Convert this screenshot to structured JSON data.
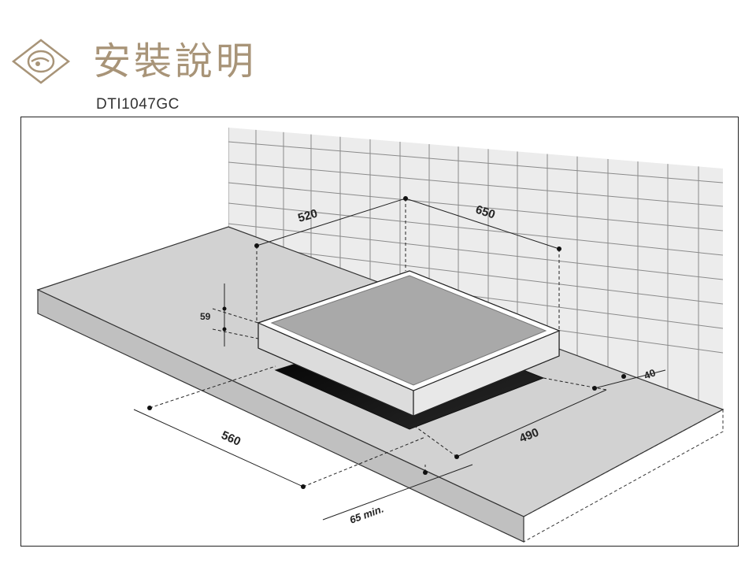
{
  "header": {
    "title": "安裝說明",
    "model": "DTI1047GC"
  },
  "colors": {
    "title": "#a89478",
    "logo": "#a89478",
    "counter_top": "#d4d4d4",
    "counter_front": "#c2c2c2",
    "wall": "#e9e9e9",
    "hob_surface": "#a8a8a8",
    "cutout": "#1a1a1a"
  },
  "dimensions": {
    "wall_width": "520",
    "wall_depth": "650",
    "hob_height": "59",
    "cutout_width": "560",
    "cutout_depth": "490",
    "back_clearance": "40",
    "front_clearance": "65 min."
  }
}
